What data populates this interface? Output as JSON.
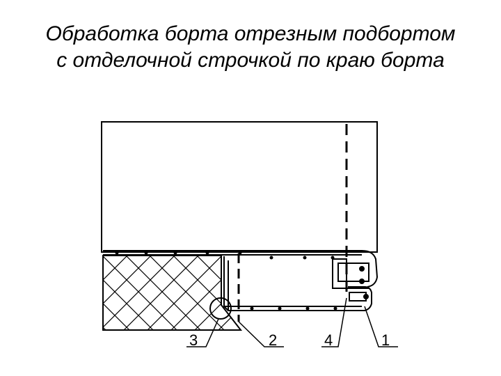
{
  "title": {
    "line1": "Обработка борта отрезным подбортом",
    "line2": "с отделочной строчкой по краю борта"
  },
  "callouts": {
    "c1": "1",
    "c2": "2",
    "c3": "3",
    "c4": "4"
  }
}
